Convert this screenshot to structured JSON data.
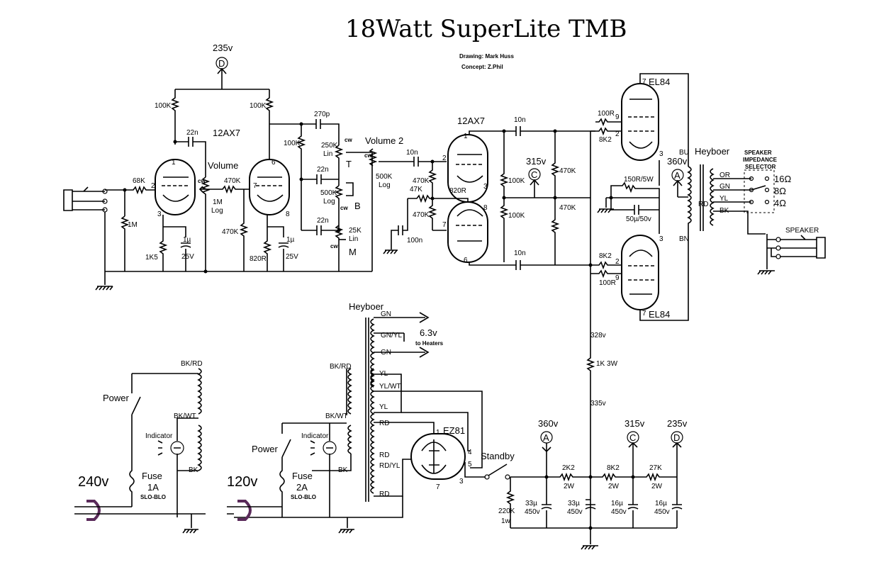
{
  "header": {
    "title": "18Watt SuperLite TMB",
    "drawing_credit": "Drawing: Mark Huss",
    "concept_credit": "Concept: Z.Phil"
  },
  "tubes": {
    "v1": "12AX7",
    "v2": "12AX7",
    "power_top": "EL84",
    "power_bottom": "EL84",
    "rectifier": "EZ81",
    "rect_pins": [
      "1",
      "4",
      "5",
      "7",
      "3"
    ],
    "pins_v1": [
      "1",
      "2",
      "3",
      "6",
      "7",
      "8"
    ],
    "pins_v2": [
      "1",
      "2",
      "3",
      "6",
      "7",
      "8"
    ],
    "pins_el_top": [
      "7",
      "9",
      "2",
      "3"
    ],
    "pins_el_bot": [
      "3",
      "2",
      "9",
      "7"
    ]
  },
  "nodes": {
    "D": "D",
    "C": "C",
    "A": "A",
    "v235": "235v",
    "v315": "315v",
    "v360": "360v",
    "v328": "328v",
    "v335": "335v"
  },
  "preamp": {
    "r_plate1": "100K",
    "r_plate2": "100K",
    "c_coupling": "22n",
    "r_grid": "68K",
    "r_input": "1M",
    "r_cathode": "1K5",
    "c_bypass1": "1µ",
    "c_bypass1_v": "25V",
    "volume_label": "Volume",
    "volume_value": "1M",
    "volume_taper": "Log",
    "r_mix": "470K",
    "r_grid2": "470K",
    "r_cathode2": "820R",
    "c_bypass2": "1µ",
    "c_bypass2_v": "25V"
  },
  "tonestack": {
    "c_treble": "270p",
    "r_slope": "100K",
    "treble_value": "250K",
    "treble_taper": "Lin",
    "treble_letter": "T",
    "c_mid": "22n",
    "bass_value": "500K",
    "bass_taper": "Log",
    "bass_letter": "B",
    "c_low": "22n",
    "mid_value": "25K",
    "mid_taper": "Lin",
    "mid_letter": "M",
    "cw": "cw"
  },
  "pi": {
    "volume2_label": "Volume 2",
    "volume2_value": "500K",
    "volume2_taper": "Log",
    "c_in": "10n",
    "r_tail_a": "470K",
    "r_tail_b": "47K",
    "r_tail_c": "470K",
    "r_tail_cath": "820R",
    "c_tail": "100n",
    "r_plate_a": "100K",
    "r_plate_b": "100K",
    "c_out_top": "10n",
    "c_out_bot": "10n",
    "r_bias_top": "470K",
    "r_bias_bot": "470K"
  },
  "output": {
    "r_stop_top1": "100R",
    "r_stop_top2": "8K2",
    "r_stop_bot1": "8K2",
    "r_stop_bot2": "100R",
    "r_cath": "150R/5W",
    "c_cath": "50µ/50v",
    "transformer": "Heyboer",
    "bu": "BU",
    "bn": "BN",
    "taps": [
      "OR",
      "GN",
      "YL",
      "BK",
      "RD"
    ],
    "selector_title": [
      "SPEAKER",
      "IMPEDANCE",
      "SELECTOR"
    ],
    "impedances": [
      "16Ω",
      "8Ω",
      "4Ω"
    ],
    "speaker_label": "SPEAKER"
  },
  "power": {
    "transformer": "Heyboer",
    "heater_taps": [
      "GN",
      "GN/YL",
      "GN"
    ],
    "heater_voltage": "6.3v",
    "heater_note": "to Heaters",
    "hv_taps": [
      "YL",
      "YL/WT",
      "YL",
      "RD",
      "RD",
      "RD/YL",
      "RD"
    ],
    "primary_taps_120": [
      "BK/RD",
      "BK/WT",
      "BK"
    ],
    "primary_taps_240": [
      "BK/RD",
      "BK/WT",
      "BK"
    ],
    "power_label": "Power",
    "indicator_label": "Indicator",
    "mains_240": "240v",
    "fuse_240": "Fuse",
    "fuse_240_rating": "1A",
    "fuse_240_type": "SLO-BLO",
    "mains_120": "120v",
    "fuse_120": "Fuse",
    "fuse_120_rating": "2A",
    "fuse_120_type": "SLO-BLO",
    "standby_label": "Standby",
    "r_dropper": "1K 3W",
    "r_bleed": "220K",
    "r_bleed_w": "1w",
    "filters": [
      {
        "r": "2K2",
        "w": "2W"
      },
      {
        "r": "8K2",
        "w": "2W"
      },
      {
        "r": "27K",
        "w": "2W"
      }
    ],
    "caps": [
      {
        "c": "33µ",
        "v": "450v"
      },
      {
        "c": "33µ",
        "v": "450v"
      },
      {
        "c": "16µ",
        "v": "450v"
      },
      {
        "c": "16µ",
        "v": "450v"
      }
    ]
  }
}
